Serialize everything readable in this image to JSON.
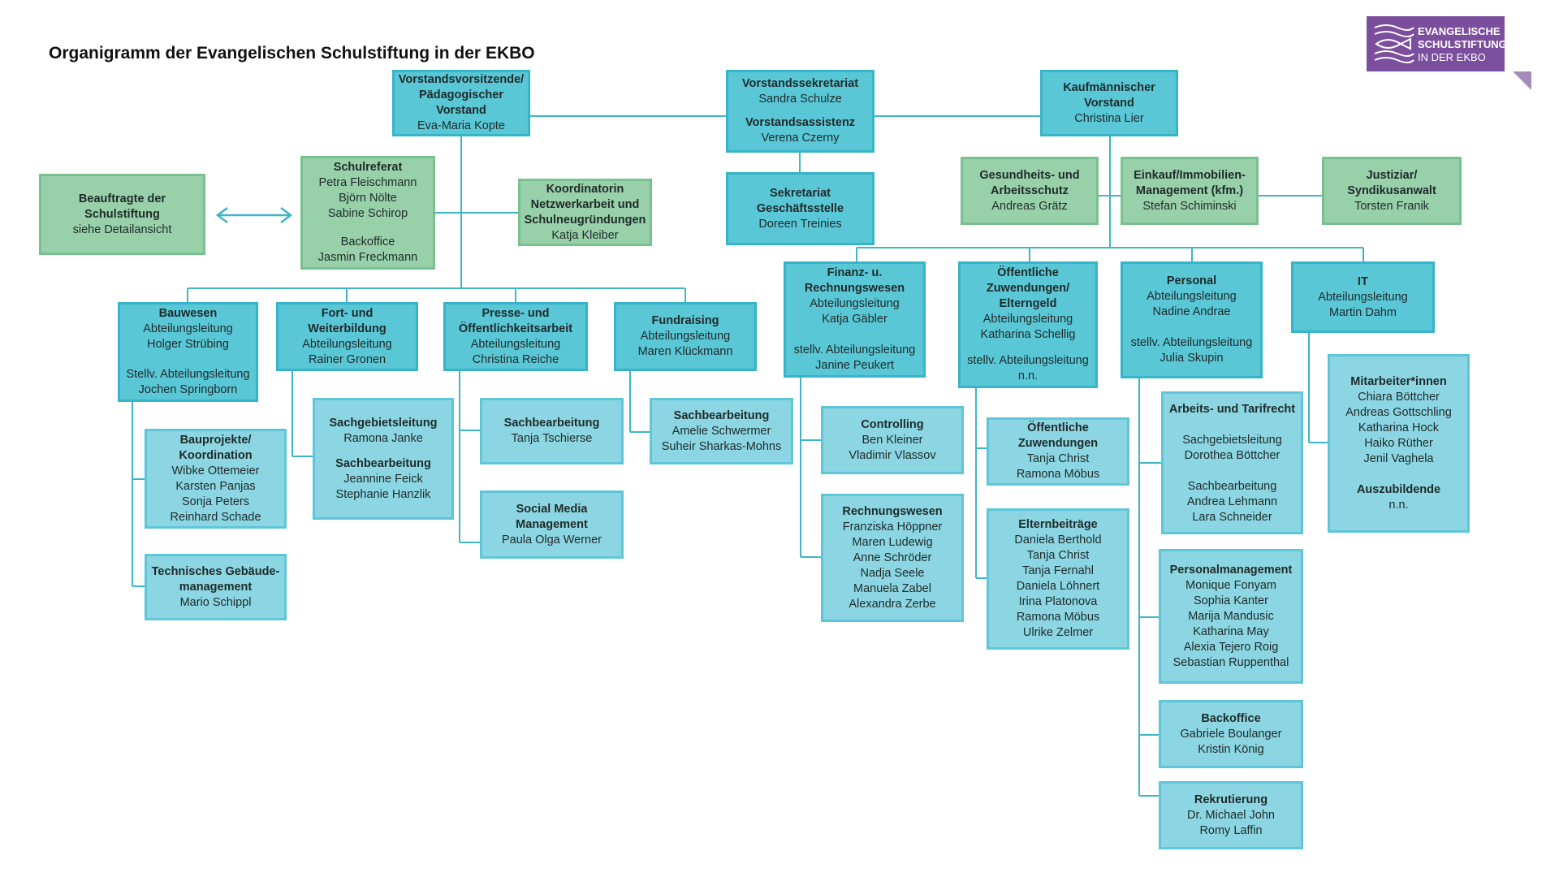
{
  "title": "Organigramm der Evangelischen Schulstiftung in der EKBO",
  "logo": {
    "line1": "EVANGELISCHE",
    "line2": "SCHULSTIFTUNG",
    "line3": "IN DER EKBO"
  },
  "colors": {
    "dark_box": "#5ac7d6",
    "light_box": "#8bd6e2",
    "green_box": "#98d0a9",
    "line": "#3fb5c5",
    "logo": "#7b4f9d"
  },
  "nodes": {
    "vorstand_paed": {
      "title": "Vorstandsvorsitzende/ Pädagogischer Vorstand",
      "lines": [
        "Eva-Maria Kopte"
      ]
    },
    "sekretariat_vorstand": {
      "title": "Vorstandssekretariat",
      "lines": [
        "Sandra Schulze"
      ],
      "title2": "Vorstandsassistenz",
      "lines2": [
        "Verena Czerny"
      ]
    },
    "kaufm_vorstand": {
      "title": "Kaufmännischer Vorstand",
      "lines": [
        "Christina Lier"
      ]
    },
    "sekretariat_gs": {
      "title": "Sekretariat Geschäftsstelle",
      "lines": [
        "Doreen Treinies"
      ]
    },
    "beauftragte": {
      "title": "Beauftragte der Schulstiftung",
      "lines": [
        "siehe Detailansicht"
      ]
    },
    "schulreferat": {
      "title": "Schulreferat",
      "lines": [
        "Petra Fleischmann",
        "Björn Nölte",
        "Sabine Schirop",
        "",
        "Backoffice",
        "Jasmin Freckmann"
      ]
    },
    "koordinatorin": {
      "title": "Koordinatorin Netzwerkarbeit und Schulneugründungen",
      "lines": [
        "Katja Kleiber"
      ]
    },
    "gesundheit": {
      "title": "Gesundheits- und Arbeitsschutz",
      "lines": [
        "Andreas Grätz"
      ]
    },
    "einkauf": {
      "title": "Einkauf/Immobilien-Management (kfm.)",
      "lines": [
        "Stefan Schiminski"
      ]
    },
    "justiziar": {
      "title": "Justiziar/ Syndikusanwalt",
      "lines": [
        "Torsten Franik"
      ]
    },
    "bauwesen": {
      "title": "Bauwesen",
      "lines": [
        "Abteilungsleitung",
        "Holger Strübing",
        "",
        "Stellv. Abteilungsleitung",
        "Jochen Springborn"
      ]
    },
    "fortbildung": {
      "title": "Fort- und Weiterbildung",
      "lines": [
        "Abteilungsleitung",
        "Rainer Gronen"
      ]
    },
    "presse": {
      "title": "Presse- und Öffentlichkeitsarbeit",
      "lines": [
        "Abteilungsleitung",
        "Christina Reiche"
      ]
    },
    "fundraising": {
      "title": "Fundraising",
      "lines": [
        "Abteilungsleitung",
        "Maren Klückmann"
      ]
    },
    "finanz": {
      "title": "Finanz- u. Rechnungswesen",
      "lines": [
        "Abteilungsleitung",
        "Katja Gäbler",
        "",
        "stellv. Abteilungsleitung",
        "Janine Peukert"
      ]
    },
    "zuwendungen": {
      "title": "Öffentliche Zuwendungen/ Elterngeld",
      "lines": [
        "Abteilungsleitung",
        "Katharina Schellig",
        "",
        "stellv. Abteilungsleitung",
        "n.n."
      ]
    },
    "personal": {
      "title": "Personal",
      "lines": [
        "Abteilungsleitung",
        "Nadine Andrae",
        "",
        "stellv. Abteilungsleitung",
        "Julia Skupin"
      ]
    },
    "it": {
      "title": "IT",
      "lines": [
        "Abteilungsleitung",
        "Martin Dahm"
      ]
    },
    "bauprojekte": {
      "title": "Bauprojekte/ Koordination",
      "lines": [
        "Wibke Ottemeier",
        "Karsten Panjas",
        "Sonja Peters",
        "Reinhard Schade"
      ]
    },
    "tgm": {
      "title": "Technisches Gebäude-management",
      "lines": [
        "Mario Schippl"
      ]
    },
    "sachgebiet_fort": {
      "title": "Sachgebietsleitung",
      "lines": [
        "Ramona Janke"
      ],
      "title2": "Sachbearbeitung",
      "lines2": [
        "Jeannine Feick",
        "Stephanie Hanzlik"
      ]
    },
    "sachbearb_presse": {
      "title": "Sachbearbeitung",
      "lines": [
        "Tanja Tschierse"
      ]
    },
    "social_media": {
      "title": "Social Media Management",
      "lines": [
        "Paula Olga Werner"
      ]
    },
    "sachbearb_fund": {
      "title": "Sachbearbeitung",
      "lines": [
        "Amelie Schwermer",
        "Suheir Sharkas-Mohns"
      ]
    },
    "controlling": {
      "title": "Controlling",
      "lines": [
        "Ben Kleiner",
        "Vladimir Vlassov"
      ]
    },
    "rechnungswesen": {
      "title": "Rechnungswesen",
      "lines": [
        "Franziska Höppner",
        "Maren Ludewig",
        "Anne Schröder",
        "Nadja Seele",
        "Manuela Zabel",
        "Alexandra Zerbe"
      ]
    },
    "oeff_zuw": {
      "title": "Öffentliche Zuwendungen",
      "lines": [
        "Tanja Christ",
        "Ramona Möbus"
      ]
    },
    "elternbeitraege": {
      "title": "Elternbeiträge",
      "lines": [
        "Daniela Berthold",
        "Tanja Christ",
        "Tanja Fernahl",
        "Daniela Löhnert",
        "Irina Platonova",
        "Ramona Möbus",
        "Ulrike Zelmer"
      ]
    },
    "arbeitsrecht": {
      "title": "Arbeits- und Tarifrecht",
      "lines": [
        "",
        "Sachgebietsleitung",
        "Dorothea Böttcher",
        "",
        "Sachbearbeitung",
        "Andrea Lehmann",
        "Lara Schneider"
      ]
    },
    "personalmgmt": {
      "title": "Personalmanagement",
      "lines": [
        "Monique Fonyam",
        "Sophia Kanter",
        "Marija Mandusic",
        "Katharina May",
        "Alexia Tejero Roig",
        "Sebastian Ruppenthal"
      ]
    },
    "backoffice": {
      "title": "Backoffice",
      "lines": [
        "Gabriele Boulanger",
        "Kristin König"
      ]
    },
    "rekrutierung": {
      "title": "Rekrutierung",
      "lines": [
        "Dr. Michael John",
        "Romy Laffin"
      ]
    },
    "mitarbeiter_it": {
      "title": "Mitarbeiter*innen",
      "lines": [
        "Chiara Böttcher",
        "Andreas Gottschling",
        "Katharina Hock",
        "Haiko Rüther",
        "Jenil Vaghela"
      ],
      "title2": "Auszubildende",
      "lines2": [
        "n.n."
      ]
    }
  }
}
